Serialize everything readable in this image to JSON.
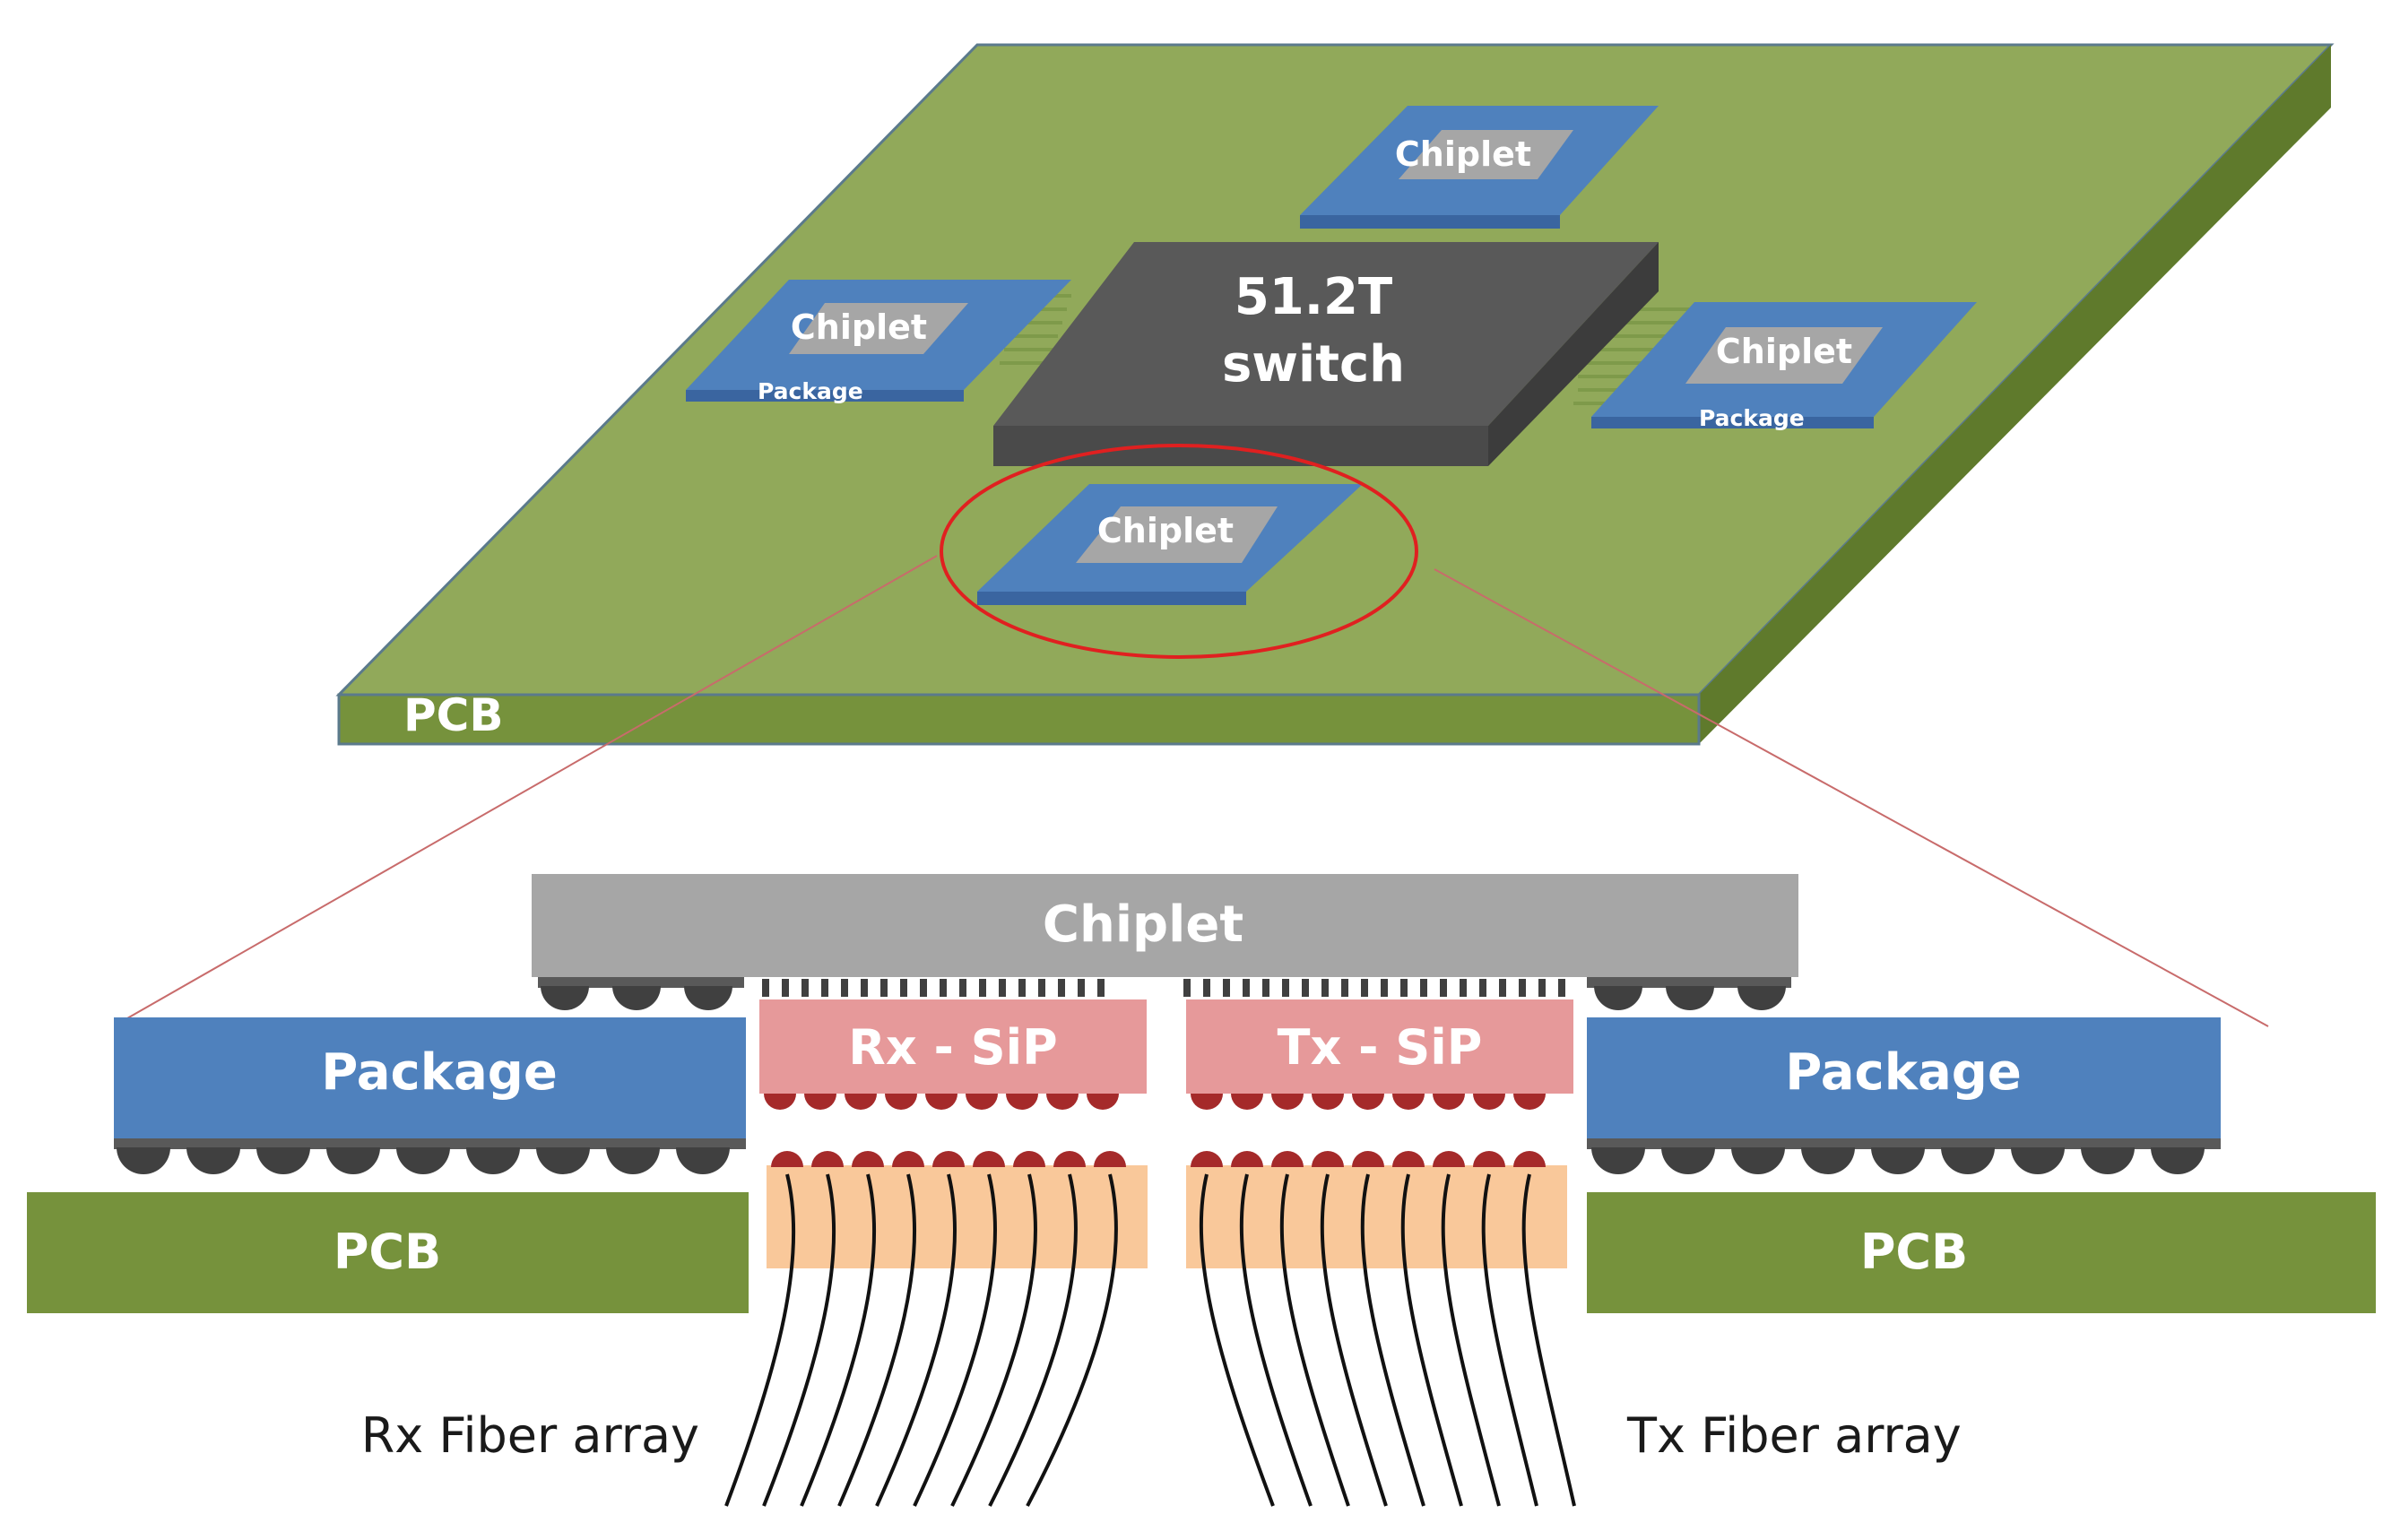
{
  "top_view": {
    "pcb_label": "PCB",
    "switch_line1": "51.2T",
    "switch_line2": "switch",
    "chiplet_top": "Chiplet",
    "chiplet_left": "Chiplet",
    "chiplet_right": "Chiplet",
    "chiplet_bottom": "Chiplet",
    "package_left": "Package",
    "package_right": "Package"
  },
  "cross_section": {
    "chiplet_label": "Chiplet",
    "package_left": "Package",
    "package_right": "Package",
    "pcb_left": "PCB",
    "pcb_right": "PCB",
    "rx_sip": "Rx - SiP",
    "tx_sip": "Tx - SiP",
    "rx_fiber": "Rx Fiber array",
    "tx_fiber": "Tx Fiber array"
  },
  "colors": {
    "pcb_top": "#91a95a",
    "pcb_side": "#6f8a36",
    "pcb_flat": "#76923c",
    "package_blue": "#4f81bd",
    "package_dark": "#3a65a0",
    "chiplet_gray": "#a6a6a6",
    "switch_top": "#595959",
    "switch_side": "#3f3f3f",
    "sip_pink": "#e6999a",
    "bump_dark": "#404040",
    "bump_red": "#a52a2a",
    "fiber_orange": "#f9c89a",
    "highlight_red": "#e02020"
  }
}
